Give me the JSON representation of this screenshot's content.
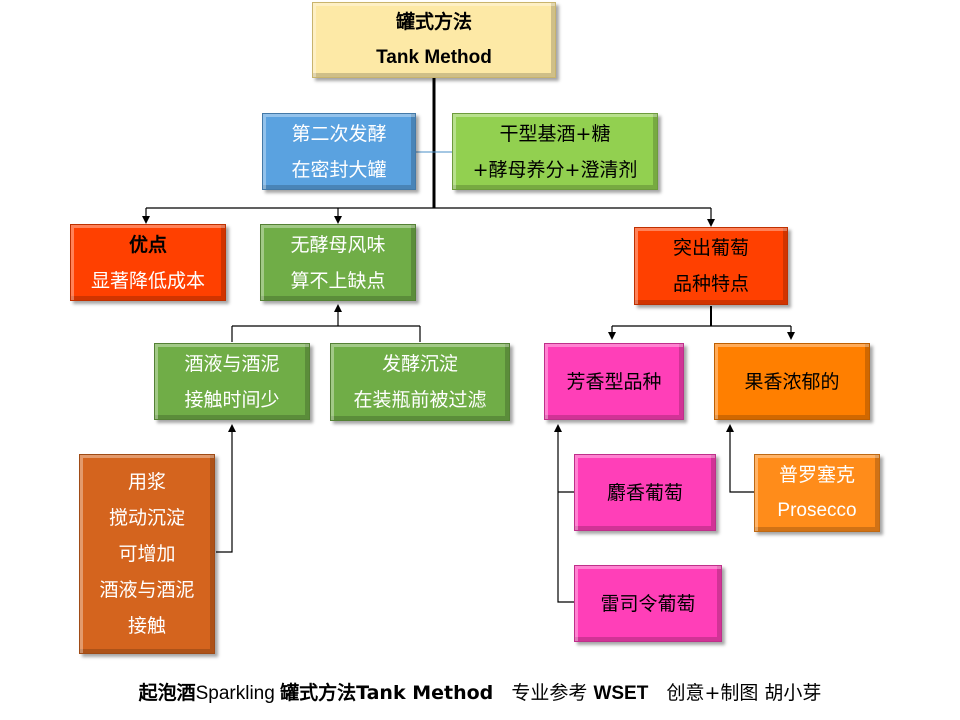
{
  "nodes": {
    "root": [
      "罐式方法",
      "Tank Method"
    ],
    "second_ferment": [
      "第二次发酵",
      "在密封大罐"
    ],
    "base_wine": [
      "干型基酒+糖",
      "+酵母养分+澄清剂"
    ],
    "advantage": [
      "优点",
      "显著降低成本"
    ],
    "no_yeast_flavor": [
      "无酵母风味",
      "算不上缺点"
    ],
    "varietal": [
      "突出葡萄",
      "品种特点"
    ],
    "lees_contact": [
      "酒液与酒泥",
      "接触时间少"
    ],
    "lees_filtered": [
      "发酵沉淀",
      "在装瓶前被过滤"
    ],
    "stirring": [
      "用浆",
      "搅动沉淀",
      "可增加",
      "酒液与酒泥",
      "接触"
    ],
    "aromatic": [
      "芳香型品种"
    ],
    "fruity": [
      "果香浓郁的"
    ],
    "moscato": [
      "麝香葡萄"
    ],
    "riesling": [
      "雷司令葡萄"
    ],
    "prosecco": [
      "普罗塞克",
      "Prosecco"
    ]
  },
  "footer": {
    "part1": "起泡酒",
    "part2": "Sparkling ",
    "part3": "罐式方法Tank Method",
    "part4": "   专业参考 ",
    "part5": "WSET",
    "part6": "   创意+制图 胡小芽"
  }
}
